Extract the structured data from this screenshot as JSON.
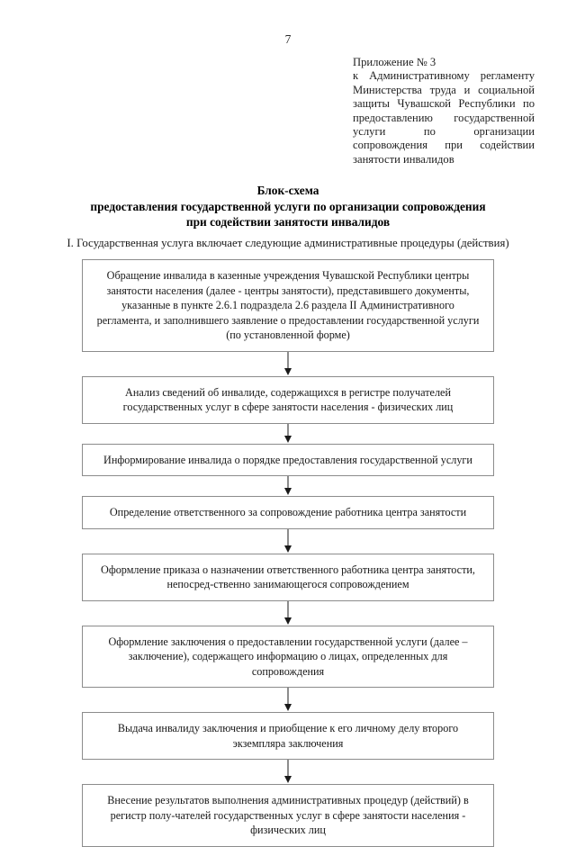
{
  "page": {
    "number": "7"
  },
  "appendix": {
    "first_line": "Приложение № 3",
    "body": "к Административному регламенту Министерства труда и социальной защиты Чувашской Республики по предоставлению государственной услуги по организации сопровождения при содействии занятости инвалидов"
  },
  "title": {
    "line1": "Блок-схема",
    "line2": "предоставления государственной услуги по организации сопровождения",
    "line3": "при содействии занятости инвалидов"
  },
  "intro": {
    "text": "I. Государственная услуга включает следующие административные процедуры (действия)"
  },
  "flow": {
    "boxes": [
      {
        "id": "box-appeal",
        "text": "Обращение инвалида в казенные учреждения Чувашской Республики центры занятости населения (далее - центры занятости), представившего документы, указанные в пункте 2.6.1 подраздела 2.6 раздела II Административного регламента, и заполнившего заявление о предоставлении государственной услуги (по установленной форме)"
      },
      {
        "id": "box-analysis",
        "text": "Анализ сведений об инвалиде, содержащихся в регистре получателей государственных услуг в сфере занятости населения - физических лиц"
      },
      {
        "id": "box-informing",
        "text": "Информирование инвалида о порядке предоставления государственной услуги"
      },
      {
        "id": "box-assign-responsible",
        "text": "Определение ответственного за сопровождение работника центра занятости"
      },
      {
        "id": "box-order",
        "text": "Оформление приказа о назначении ответственного работника центра занятости, непосред-ственно занимающегося сопровождением"
      },
      {
        "id": "box-conclusion",
        "text": "Оформление заключения о предоставлении государственной услуги (далее – заключение), содержащего информацию о лицах, определенных для сопровождения"
      },
      {
        "id": "box-issue",
        "text": "Выдача инвалиду заключения и приобщение к его личному делу второго экземпляра заключения"
      },
      {
        "id": "box-register",
        "text": "Внесение результатов выполнения административных процедур (действий) в регистр полу-чателей государственных услуг в сфере занятости населения - физических лиц"
      }
    ]
  },
  "colors": {
    "box_border": "#8c8c8c",
    "arrow": "#1a1a1a",
    "text": "#181818",
    "page_background": "#ffffff"
  }
}
